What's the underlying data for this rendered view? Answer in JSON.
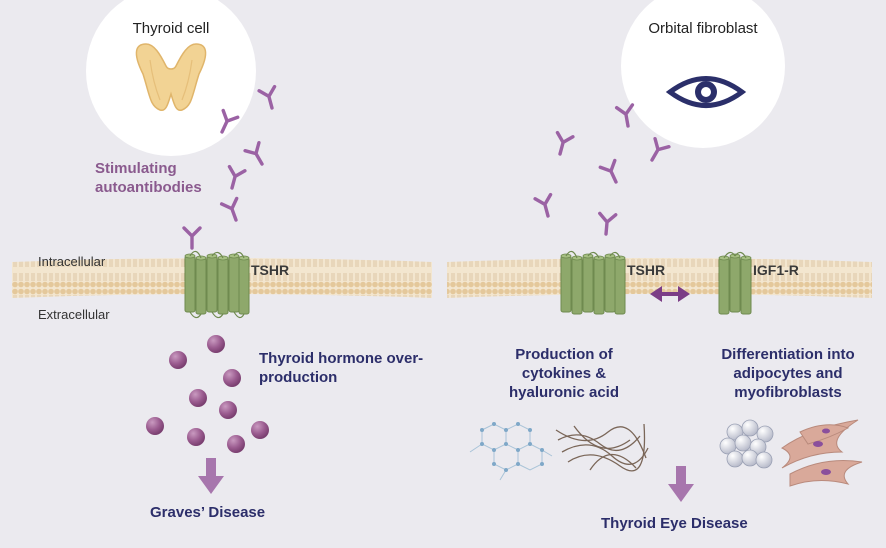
{
  "left": {
    "cell_title": "Thyroid cell",
    "autoantibodies_label": "Stimulating autoantibodies",
    "intracellular_label": "Intracellular",
    "extracellular_label": "Extracellular",
    "receptor_label": "TSHR",
    "effect_label": "Thyroid hormone over-production",
    "outcome_label": "Graves’ Disease"
  },
  "right": {
    "cell_title": "Orbital fibroblast",
    "receptor_tshr_label": "TSHR",
    "receptor_igf1r_label": "IGF1-R",
    "effect_1_label": "Production of cytokines & hyaluronic acid",
    "effect_2_label": "Differentiation into adipocytes and myofibroblasts",
    "outcome_label": "Thyroid Eye Disease"
  },
  "icons": [
    "thyroid-gland-icon",
    "eye-icon",
    "antibody-icon",
    "down-arrow-icon",
    "double-arrow-icon",
    "hyaluronic-acid-icon",
    "adipocyte-cluster-icon",
    "myofibroblast-icon"
  ],
  "colors": {
    "background": "#ebeaef",
    "antibody": "#9b62a4",
    "membrane": "#e6cfa8",
    "receptor": "#8ea86b",
    "hormone": "#9a5b8f",
    "arrow": "#a776ad",
    "label_purple": "#8a5a8e",
    "label_navy": "#2c2e6a"
  }
}
